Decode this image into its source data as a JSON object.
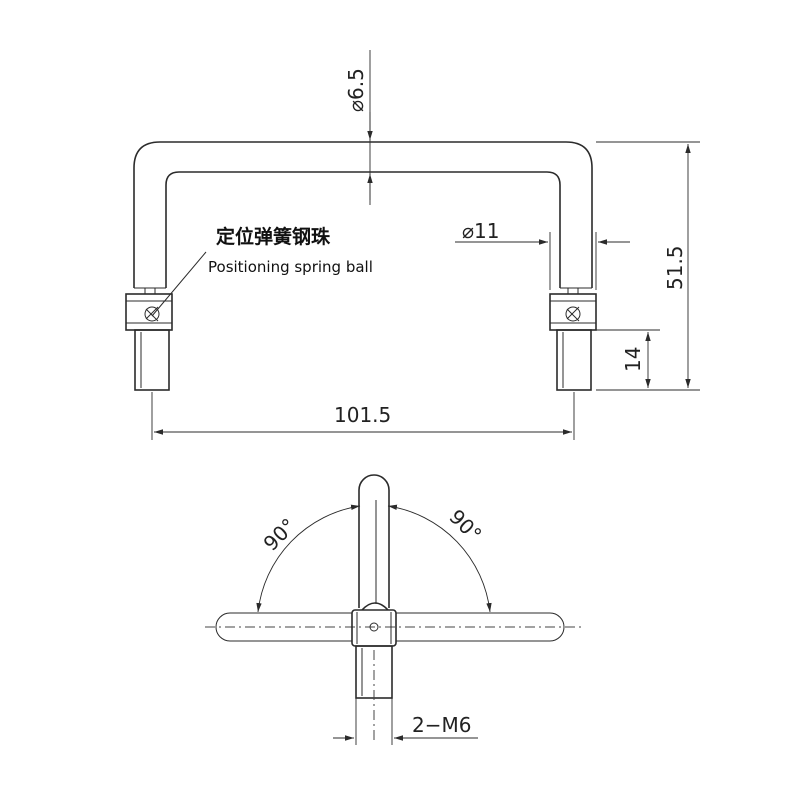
{
  "labels": {
    "rod_diameter": "⌀6.5",
    "end_diameter": "⌀11",
    "height": "51.5",
    "width": "101.5",
    "pin_length": "14",
    "thread": "2−M6",
    "angle_left": "90°",
    "angle_right": "90°",
    "callout_cn": "定位弹簧钢珠",
    "callout_en": "Positioning spring ball"
  }
}
